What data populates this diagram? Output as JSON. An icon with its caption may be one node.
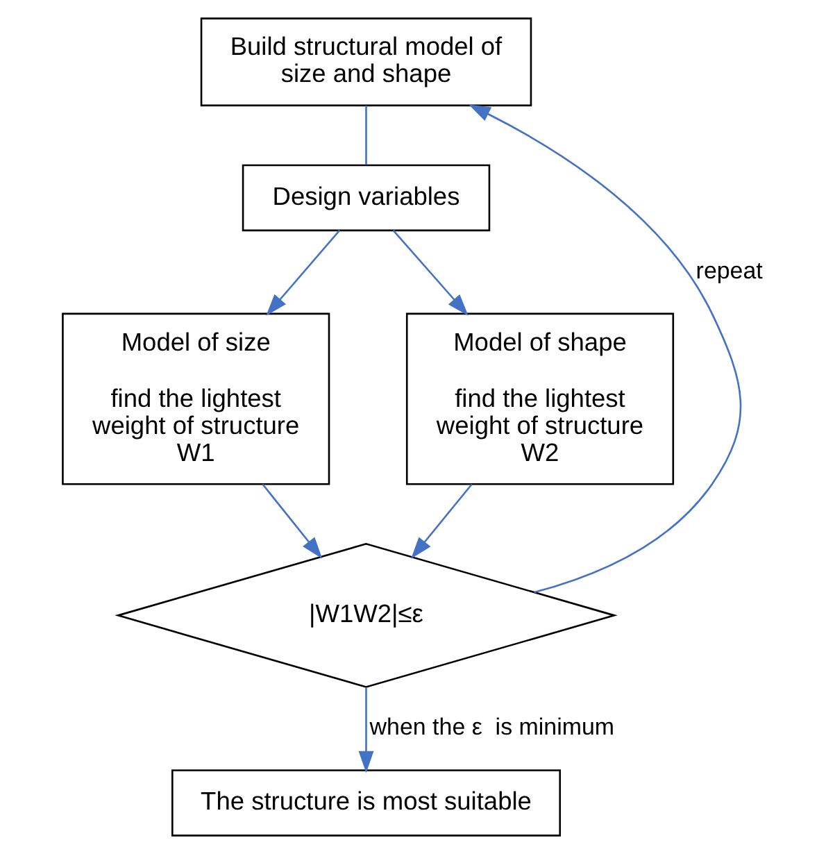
{
  "diagram": {
    "nodes": [
      {
        "text": [
          "Build structural model of size and shape"
        ]
      },
      {
        "text": [
          "Design variables"
        ]
      },
      {
        "text": [
          "Model of size",
          "find the lightest weight of structure W1"
        ]
      },
      {
        "text": [
          "Model of shape",
          "find the lightest weight of structure W2"
        ]
      },
      {
        "text": [
          "|W1W2|≤ε"
        ]
      },
      {
        "text": [
          "The structure is most suitable"
        ]
      }
    ],
    "edges": [
      {
        "from": 0,
        "to": 1,
        "arrow": "none"
      },
      {
        "from": 1,
        "to": 2,
        "arrow": "to"
      },
      {
        "from": 1,
        "to": 3,
        "arrow": "to"
      },
      {
        "from": 2,
        "to": 4,
        "arrow": "to"
      },
      {
        "from": 3,
        "to": 4,
        "arrow": "to"
      },
      {
        "from": 4,
        "to": 5,
        "arrow": "to",
        "label": "when the ε  is minimum"
      },
      {
        "from": 4,
        "to": 0,
        "arrow": "to",
        "label": "repeat"
      }
    ]
  }
}
